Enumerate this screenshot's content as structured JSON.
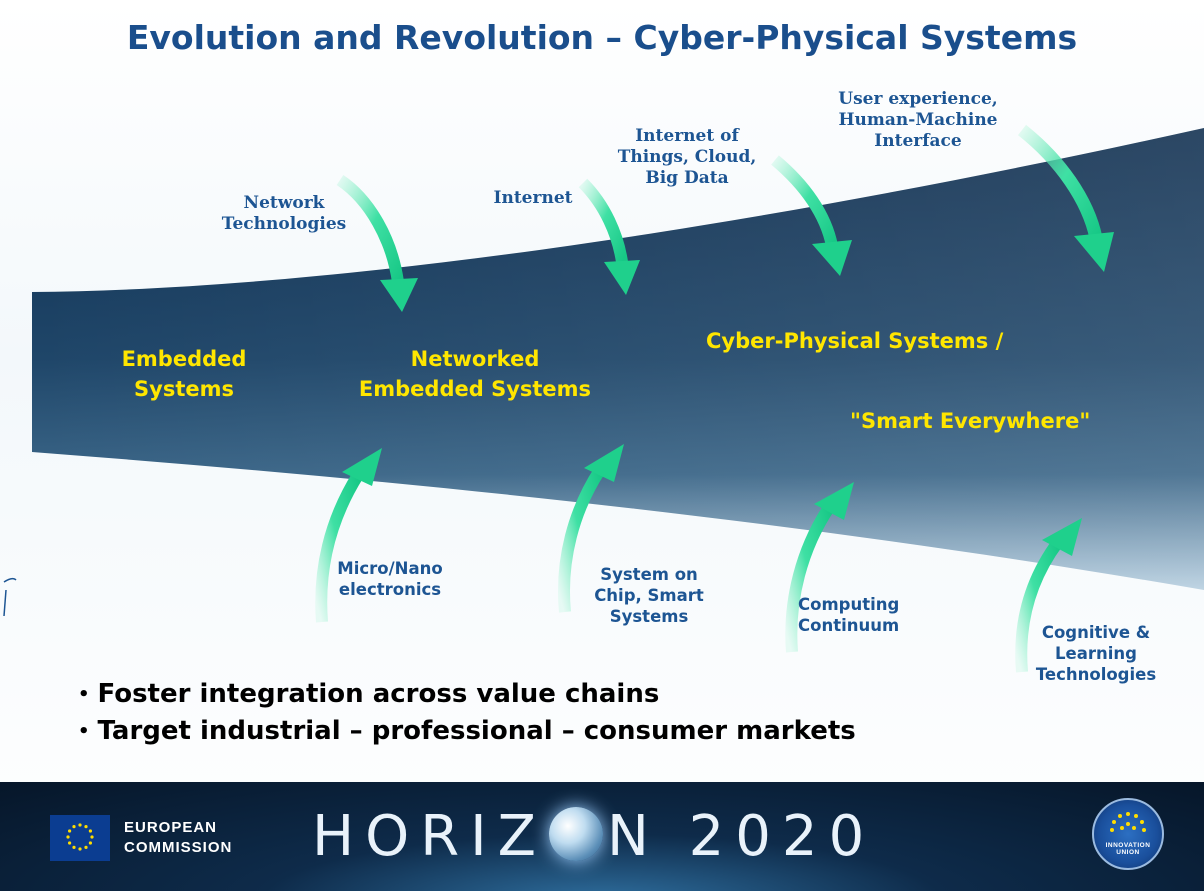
{
  "title": "Evolution and Revolution – Cyber-Physical Systems",
  "stages": {
    "embedded": [
      "Embedded",
      "Systems"
    ],
    "networked": [
      "Networked",
      "Embedded Systems"
    ],
    "cps": "Cyber-Physical Systems /",
    "smart": "\"Smart Everywhere\""
  },
  "top_drivers": {
    "network": [
      "Network",
      "Technologies"
    ],
    "internet": "Internet",
    "iot": [
      "Internet of",
      "Things, Cloud,",
      "Big Data"
    ],
    "ux": [
      "User experience,",
      "Human-Machine",
      "Interface"
    ]
  },
  "bottom_drivers": {
    "micro": [
      "Micro/Nano",
      "electronics"
    ],
    "soc": [
      "System on",
      "Chip, Smart",
      "Systems"
    ],
    "computing": [
      "Computing",
      "Continuum"
    ],
    "cognitive": [
      "Cognitive &",
      "Learning",
      "Technologies"
    ]
  },
  "bullets": [
    "Foster integration across value chains",
    "Target industrial – professional – consumer markets"
  ],
  "footer": {
    "eu_line1": "EUROPEAN",
    "eu_line2": "COMMISSION",
    "horizon_left": "HORIZ",
    "horizon_right": "N 2020",
    "badge_text": "INNOVATION UNION"
  },
  "colors": {
    "title": "#1a4e8c",
    "band_dark": "#0f2e4f",
    "band_light": "#3a6587",
    "arrow": "#1fd08c",
    "stage_text": "#ffe600",
    "label_text": "#1d5593"
  }
}
